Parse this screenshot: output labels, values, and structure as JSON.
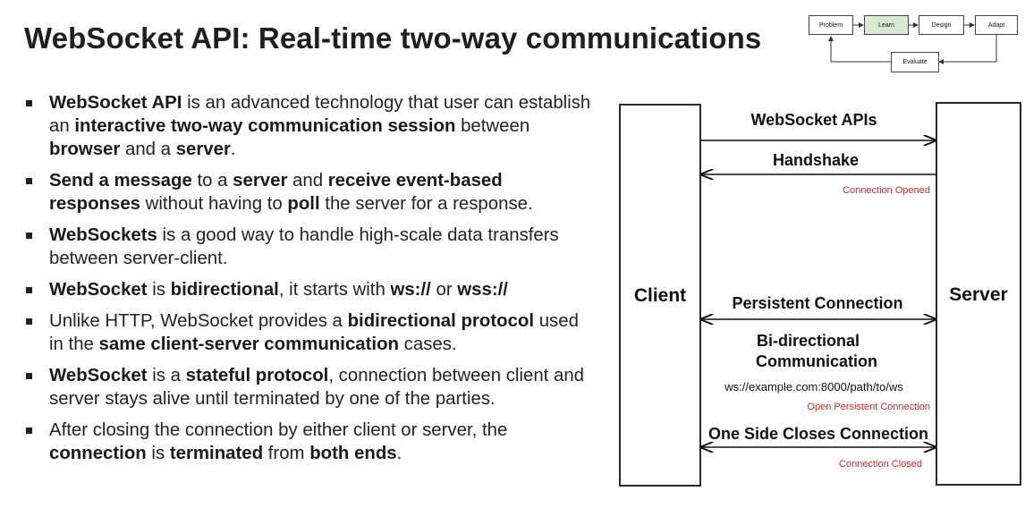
{
  "title": "WebSocket API: Real-time two-way communications",
  "flow": {
    "steps": [
      "Problem",
      "Learn",
      "Design",
      "Adapt"
    ],
    "evaluate": "Evaluate",
    "highlight_color": "#d9ead3"
  },
  "bullets": [
    {
      "lines": [
        [
          {
            "t": "WebSocket API",
            "b": true
          },
          {
            "t": " is an advanced technology that user can establish"
          }
        ],
        [
          {
            "t": "an "
          },
          {
            "t": "interactive two-way communication session",
            "b": true
          },
          {
            "t": " between"
          }
        ],
        [
          {
            "t": "browser",
            "b": true
          },
          {
            "t": " and a "
          },
          {
            "t": "server",
            "b": true
          },
          {
            "t": "."
          }
        ]
      ]
    },
    {
      "lines": [
        [
          {
            "t": "Send a message",
            "b": true
          },
          {
            "t": " to a "
          },
          {
            "t": "server",
            "b": true
          },
          {
            "t": " and "
          },
          {
            "t": "receive event-based",
            "b": true
          }
        ],
        [
          {
            "t": "responses",
            "b": true
          },
          {
            "t": " without having to "
          },
          {
            "t": "poll",
            "b": true
          },
          {
            "t": " the server for a response."
          }
        ]
      ]
    },
    {
      "lines": [
        [
          {
            "t": "WebSockets",
            "b": true
          },
          {
            "t": " is a good way to handle high-scale data transfers"
          }
        ],
        [
          {
            "t": "between server-client."
          }
        ]
      ]
    },
    {
      "lines": [
        [
          {
            "t": "WebSocket",
            "b": true
          },
          {
            "t": " is "
          },
          {
            "t": "bidirectional",
            "b": true
          },
          {
            "t": ", it starts with "
          },
          {
            "t": "ws://",
            "b": true
          },
          {
            "t": " or "
          },
          {
            "t": "wss://",
            "b": true
          }
        ]
      ]
    },
    {
      "lines": [
        [
          {
            "t": "Unlike HTTP, WebSocket provides a "
          },
          {
            "t": "bidirectional protocol",
            "b": true
          },
          {
            "t": " used"
          }
        ],
        [
          {
            "t": "in the "
          },
          {
            "t": "same client-server communication",
            "b": true
          },
          {
            "t": " cases."
          }
        ]
      ]
    },
    {
      "lines": [
        [
          {
            "t": "WebSocket",
            "b": true
          },
          {
            "t": " is a "
          },
          {
            "t": "stateful protocol",
            "b": true
          },
          {
            "t": ", connection between client and"
          }
        ],
        [
          {
            "t": "server stays alive until terminated by one of the parties."
          }
        ]
      ]
    },
    {
      "lines": [
        [
          {
            "t": "After closing the connection by either client or server, the"
          }
        ],
        [
          {
            "t": "connection",
            "b": true
          },
          {
            "t": " is "
          },
          {
            "t": "terminated",
            "b": true
          },
          {
            "t": " from "
          },
          {
            "t": "both ends",
            "b": true
          },
          {
            "t": "."
          }
        ]
      ]
    }
  ],
  "diagram": {
    "client": "Client",
    "server": "Server",
    "websocket_apis": "WebSocket APIs",
    "handshake": "Handshake",
    "connection_opened": "Connection Opened",
    "persistent_connection": "Persistent Connection",
    "bidirectional_line1": "Bi-directional",
    "bidirectional_line2": "Communication",
    "ws_url": "ws://example.com:8000/path/to/ws",
    "open_persistent": "Open Persistent Connection",
    "one_side_closes": "One Side Closes Connection",
    "connection_closed": "Connection Closed",
    "note_color": "#d42a2a"
  }
}
